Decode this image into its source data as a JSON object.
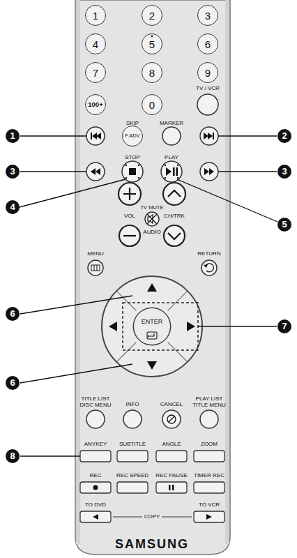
{
  "diagram": {
    "nodes": [
      {
        "text": [
          "1"
        ]
      },
      {
        "text": [
          "2"
        ]
      },
      {
        "text": [
          "3"
        ]
      },
      {
        "text": [
          "4"
        ]
      },
      {
        "text": [
          "5"
        ]
      },
      {
        "text": [
          "6"
        ]
      },
      {
        "text": [
          "7"
        ]
      },
      {
        "text": [
          "8"
        ]
      },
      {
        "text": [
          "9"
        ]
      },
      {
        "text": [
          "100+"
        ]
      },
      {
        "text": [
          "0"
        ]
      },
      {
        "text": [
          "F.ADV"
        ]
      },
      {
        "text": [
          "ENTER"
        ]
      }
    ],
    "labels": [
      "TV / VCR",
      "SKIP",
      "MARKER",
      "1",
      "2",
      "3",
      "3",
      "STOP",
      "PLAY",
      "4",
      "5",
      "TV MUTE",
      "VOL",
      "CH/TRK",
      "AUDIO",
      "MENU",
      "RETURN",
      "6",
      "7",
      "6",
      "TITLE LIST DISC MENU",
      "INFO",
      "CANCEL",
      "PLAY LIST TITLE MENU",
      "8",
      "ANYKEY",
      "SUBTITLE",
      "ANGLE",
      "ZOOM",
      "REC",
      "REC SPEED",
      "REC PAUSE",
      "TIMER REC",
      "TO DVD",
      "COPY",
      "TO VCR",
      "SAMSUNG"
    ]
  }
}
